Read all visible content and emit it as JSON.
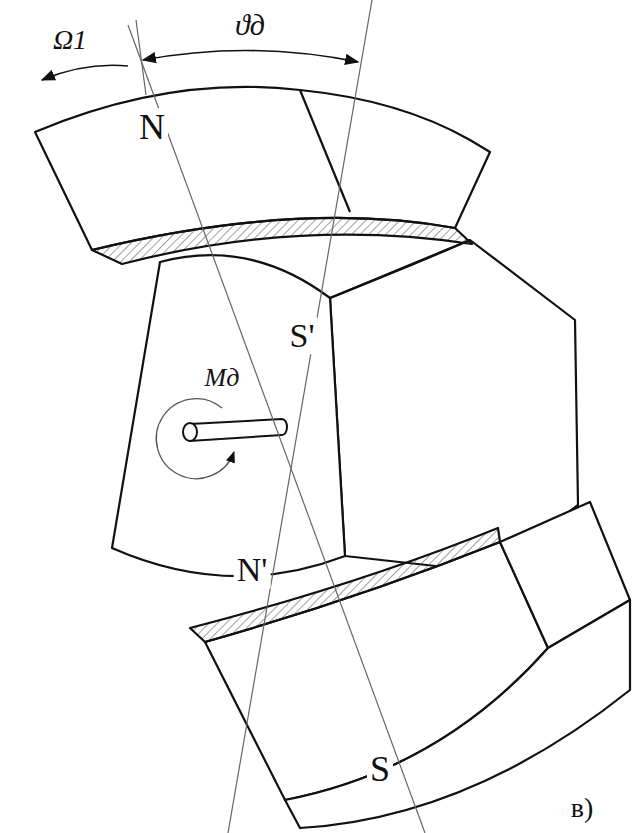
{
  "diagram": {
    "labels": [
      "ϑд",
      "Ω1",
      "N",
      "S'",
      "Mд",
      "N'",
      "S",
      "в)"
    ]
  }
}
